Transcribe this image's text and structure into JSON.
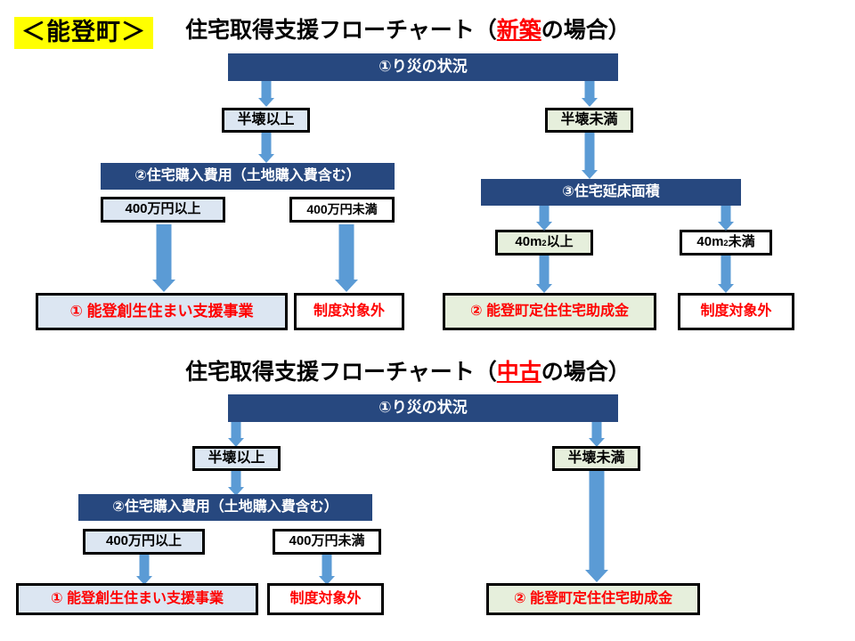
{
  "document": {
    "municipality_badge": "＜能登町＞",
    "colors": {
      "badge_bg": "#FFFF00",
      "header_bar": "#27487F",
      "arrow": "#5B9BD5",
      "fill_blue": "#DCE6F2",
      "fill_green": "#E6EFDC",
      "accent_red": "#FF0000",
      "border": "#000000"
    }
  },
  "charts": [
    {
      "id": "new-build",
      "title_prefix": "住宅取得支援フローチャート（",
      "title_highlight": "新築",
      "title_suffix": "の場合）",
      "root": "①り災の状況",
      "branches": {
        "left": {
          "condition": "半壊以上",
          "condition_fill": "#DCE6F2",
          "question": "②住宅購入費用（土地購入費含む）",
          "options": [
            {
              "label": "400万円以上",
              "fill": "#DCE6F2",
              "result": "① 能登創生住まい支援事業",
              "result_fill": "#DCE6F2"
            },
            {
              "label": "400万円未満",
              "fill": "#FFFFFF",
              "result": "制度対象外",
              "result_fill": "#FFFFFF"
            }
          ]
        },
        "right": {
          "condition": "半壊未満",
          "condition_fill": "#E6EFDC",
          "question": "③住宅延床面積",
          "options": [
            {
              "label_main": "40m",
              "label_sup": "2",
              "label_tail": "以上",
              "fill": "#E6EFDC",
              "result": "② 能登町定住住宅助成金",
              "result_fill": "#E6EFDC"
            },
            {
              "label_main": "40m",
              "label_sup": "2",
              "label_tail": "未満",
              "fill": "#FFFFFF",
              "result": "制度対象外",
              "result_fill": "#FFFFFF"
            }
          ]
        }
      }
    },
    {
      "id": "used-home",
      "title_prefix": "住宅取得支援フローチャート（",
      "title_highlight": "中古",
      "title_suffix": "の場合）",
      "root": "①り災の状況",
      "branches": {
        "left": {
          "condition": "半壊以上",
          "condition_fill": "#DCE6F2",
          "question": "②住宅購入費用（土地購入費含む）",
          "options": [
            {
              "label": "400万円以上",
              "fill": "#DCE6F2",
              "result": "① 能登創生住まい支援事業",
              "result_fill": "#DCE6F2"
            },
            {
              "label": "400万円未満",
              "fill": "#FFFFFF",
              "result": "制度対象外",
              "result_fill": "#FFFFFF"
            }
          ]
        },
        "right": {
          "condition": "半壊未満",
          "condition_fill": "#E6EFDC",
          "result": "② 能登町定住住宅助成金",
          "result_fill": "#E6EFDC"
        }
      }
    }
  ]
}
